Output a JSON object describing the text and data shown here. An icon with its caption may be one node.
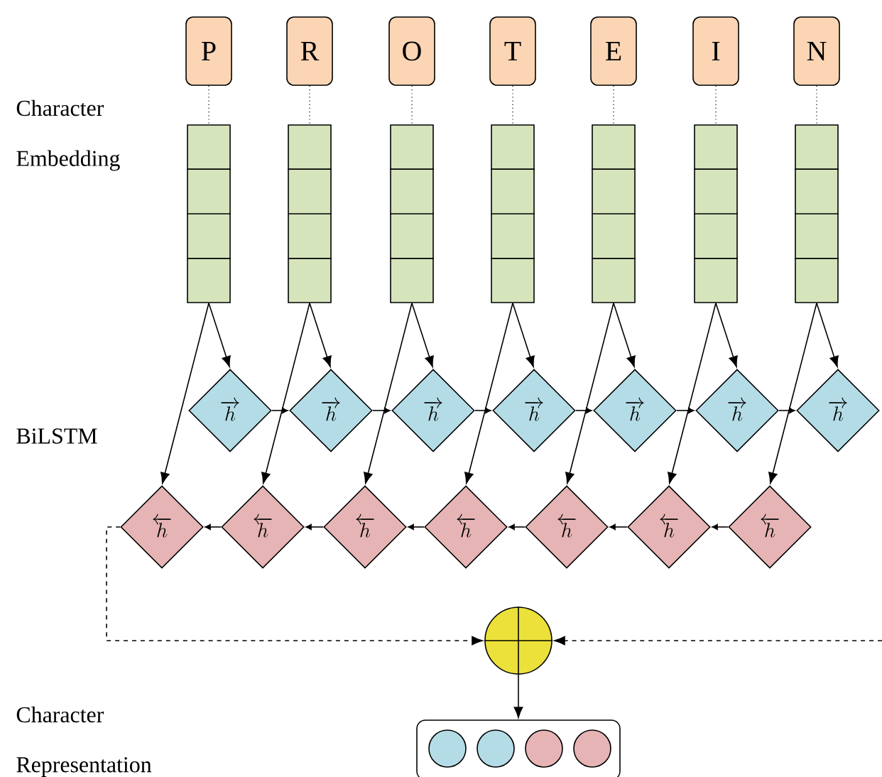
{
  "diagram": {
    "nodes": [
      {
        "text": [
          "P"
        ]
      },
      {
        "text": [
          "R"
        ]
      },
      {
        "text": [
          "O"
        ]
      },
      {
        "text": [
          "T"
        ]
      },
      {
        "text": [
          "E"
        ]
      },
      {
        "text": [
          "I"
        ]
      },
      {
        "text": [
          "N"
        ]
      },
      {
        "text": [],
        "shape": "bar"
      },
      {
        "text": [],
        "shape": "bar"
      },
      {
        "text": [],
        "shape": "bar"
      },
      {
        "text": [],
        "shape": "bar"
      },
      {
        "text": [],
        "shape": "bar"
      },
      {
        "text": [],
        "shape": "bar"
      },
      {
        "text": [],
        "shape": "bar"
      },
      {
        "text": [
          "\\overrightarrow{h}"
        ]
      },
      {
        "text": [
          "\\overrightarrow{h}"
        ]
      },
      {
        "text": [
          "\\overrightarrow{h}"
        ]
      },
      {
        "text": [
          "\\overrightarrow{h}"
        ]
      },
      {
        "text": [
          "\\overrightarrow{h}"
        ]
      },
      {
        "text": [
          "\\overrightarrow{h}"
        ]
      },
      {
        "text": [
          "\\overrightarrow{h}"
        ]
      },
      {
        "text": [
          "\\overleftarrow{h}"
        ]
      },
      {
        "text": [
          "\\overleftarrow{h}"
        ]
      },
      {
        "text": [
          "\\overleftarrow{h}"
        ]
      },
      {
        "text": [
          "\\overleftarrow{h}"
        ]
      },
      {
        "text": [
          "\\overleftarrow{h}"
        ]
      },
      {
        "text": [
          "\\overleftarrow{h}"
        ]
      },
      {
        "text": [
          "\\overleftarrow{h}"
        ]
      },
      {
        "text": [],
        "shape": "circle"
      },
      {
        "text": [],
        "shape": "box"
      },
      {
        "text": [],
        "shape": "circle",
        "in": 29
      },
      {
        "text": [],
        "shape": "circle",
        "in": 29
      },
      {
        "text": [],
        "shape": "circle",
        "in": 29
      },
      {
        "text": [],
        "shape": "circle",
        "in": 29
      }
    ],
    "edges": [
      {
        "from": 0,
        "to": 7,
        "arrow": "none",
        "style": "dashed"
      },
      {
        "from": 1,
        "to": 8,
        "arrow": "none",
        "style": "dashed"
      },
      {
        "from": 2,
        "to": 9,
        "arrow": "none",
        "style": "dashed"
      },
      {
        "from": 3,
        "to": 10,
        "arrow": "none",
        "style": "dashed"
      },
      {
        "from": 4,
        "to": 11,
        "arrow": "none",
        "style": "dashed"
      },
      {
        "from": 5,
        "to": 12,
        "arrow": "none",
        "style": "dashed"
      },
      {
        "from": 6,
        "to": 13,
        "arrow": "none",
        "style": "dashed"
      },
      {
        "from": 7,
        "to": 14,
        "arrow": "to"
      },
      {
        "from": 8,
        "to": 15,
        "arrow": "to"
      },
      {
        "from": 9,
        "to": 16,
        "arrow": "to"
      },
      {
        "from": 10,
        "to": 17,
        "arrow": "to"
      },
      {
        "from": 11,
        "to": 18,
        "arrow": "to"
      },
      {
        "from": 12,
        "to": 19,
        "arrow": "to"
      },
      {
        "from": 13,
        "to": 20,
        "arrow": "to"
      },
      {
        "from": 7,
        "to": 21,
        "arrow": "to"
      },
      {
        "from": 8,
        "to": 22,
        "arrow": "to"
      },
      {
        "from": 9,
        "to": 23,
        "arrow": "to"
      },
      {
        "from": 10,
        "to": 24,
        "arrow": "to"
      },
      {
        "from": 11,
        "to": 25,
        "arrow": "to"
      },
      {
        "from": 12,
        "to": 26,
        "arrow": "to"
      },
      {
        "from": 13,
        "to": 27,
        "arrow": "to"
      },
      {
        "from": 14,
        "to": 15,
        "arrow": "to"
      },
      {
        "from": 15,
        "to": 16,
        "arrow": "to"
      },
      {
        "from": 16,
        "to": 17,
        "arrow": "to"
      },
      {
        "from": 17,
        "to": 18,
        "arrow": "to"
      },
      {
        "from": 18,
        "to": 19,
        "arrow": "to"
      },
      {
        "from": 19,
        "to": 20,
        "arrow": "to"
      },
      {
        "from": 22,
        "to": 21,
        "arrow": "to"
      },
      {
        "from": 23,
        "to": 22,
        "arrow": "to"
      },
      {
        "from": 24,
        "to": 23,
        "arrow": "to"
      },
      {
        "from": 25,
        "to": 24,
        "arrow": "to"
      },
      {
        "from": 26,
        "to": 25,
        "arrow": "to"
      },
      {
        "from": 27,
        "to": 26,
        "arrow": "to"
      },
      {
        "from": 21,
        "to": 28,
        "arrow": "to",
        "style": "dashed"
      },
      {
        "from": null,
        "to": 28,
        "arrow": "to",
        "style": "dashed"
      },
      {
        "from": 28,
        "to": 29,
        "arrow": "to"
      }
    ],
    "labels": [
      "Character",
      "Embedding",
      "BiLSTM",
      "Character",
      "Representation"
    ]
  }
}
